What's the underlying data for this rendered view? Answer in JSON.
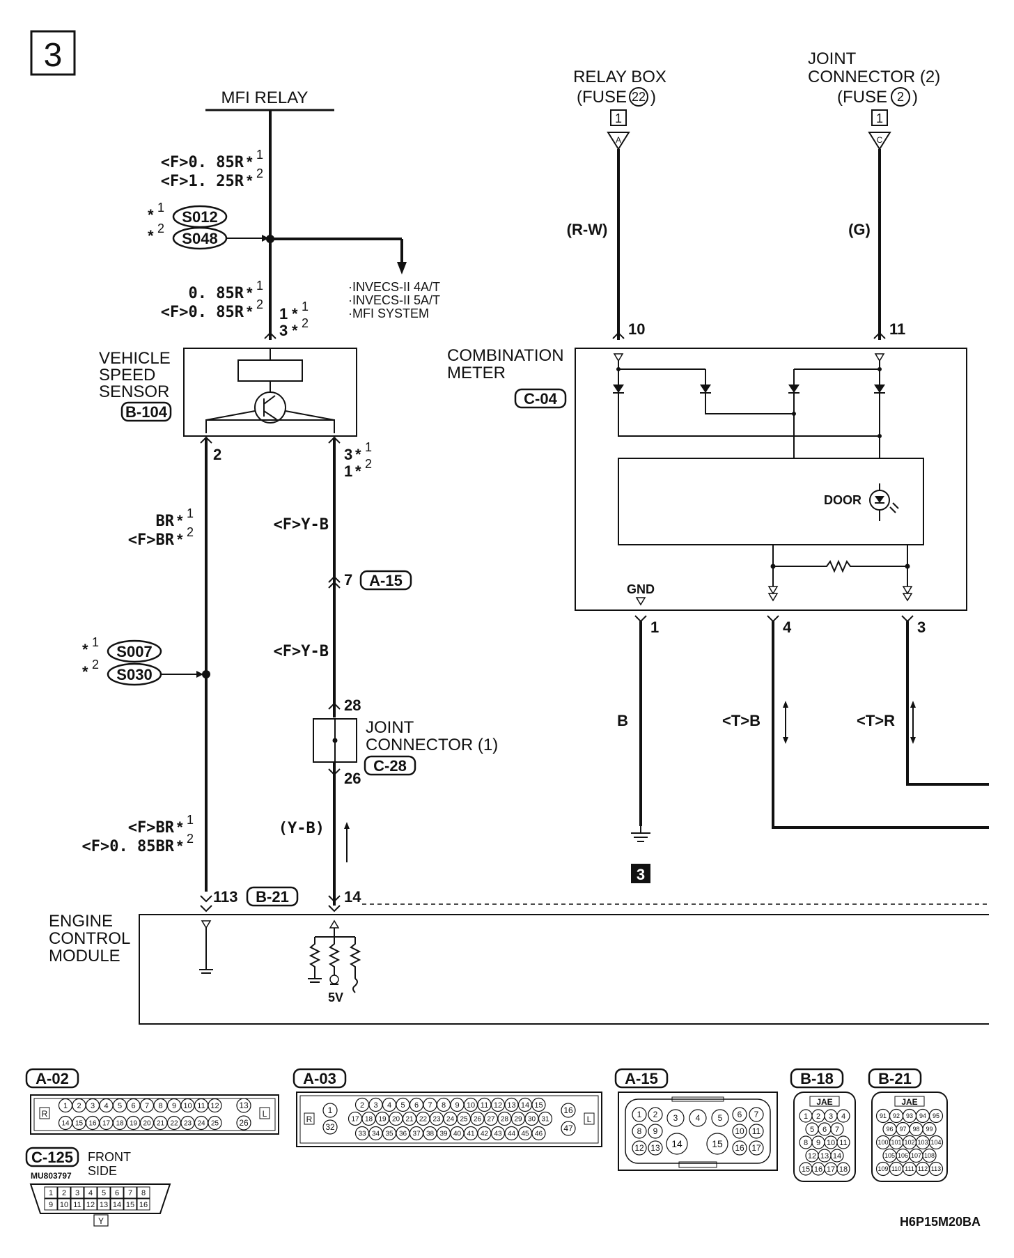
{
  "page_number": "3",
  "code": "H6P15M20BA",
  "sources": {
    "mfi_relay": "MFI RELAY",
    "relay_box_l1": "RELAY BOX",
    "relay_box_l2": "(FUSE",
    "relay_box_fuse": "22",
    "joint2_l1": "JOINT",
    "joint2_l2": "CONNECTOR (2)",
    "joint2_l3": "(FUSE",
    "joint2_fuse": "2",
    "close_paren": ")",
    "box_1": "1",
    "tri_a": "A",
    "tri_c": "C"
  },
  "wire_labels": {
    "f085r": "<F>0. 85R",
    "f125r": "<F>1. 25R",
    "r085": "0. 85R",
    "f085r_b": "<F>0. 85R",
    "br": "BR",
    "fbr": "<F>BR",
    "fyb_1": "<F>Y-B",
    "fyb_2": "<F>Y-B",
    "yb": "(Y-B)",
    "fbr_ecm": "<F>BR",
    "f085br": "<F>0. 85BR",
    "rw": "(R-W)",
    "g": "(G)",
    "b": "B",
    "tb": "<T>B",
    "tr": "<T>R"
  },
  "stars": {
    "s1": "*",
    "s2": "*",
    "n1": "1",
    "n2": "2"
  },
  "splices": {
    "s012": "S012",
    "s048": "S048",
    "s007": "S007",
    "s030": "S030"
  },
  "branch_note": [
    "·INVECS-II 4A/T",
    "·INVECS-II 5A/T",
    "·MFI SYSTEM"
  ],
  "components": {
    "vss_l1": "VEHICLE",
    "vss_l2": "SPEED",
    "vss_l3": "SENSOR",
    "vss_conn": "B-104",
    "joint1_l1": "JOINT",
    "joint1_l2": "CONNECTOR (1)",
    "joint1_conn": "C-28",
    "comb_l1": "COMBINATION",
    "comb_l2": "METER",
    "comb_conn": "C-04",
    "door": "DOOR",
    "gnd": "GND",
    "ecm_l1": "ENGINE",
    "ecm_l2": "CONTROL",
    "ecm_l3": "MODULE",
    "five_v": "5V",
    "a15": "A-15",
    "b21": "B-21",
    "ground_num": "3"
  },
  "pins": {
    "vss_top_1": "1",
    "vss_top_3": "3",
    "vss_2": "2",
    "vss_3": "3",
    "vss_1": "1",
    "a15_7": "7",
    "jc_28": "28",
    "jc_26": "26",
    "ecm_113": "113",
    "ecm_14": "14",
    "cm_10": "10",
    "cm_11": "11",
    "cm_1": "1",
    "cm_4": "4",
    "cm_3": "3"
  },
  "connector_views": {
    "a02": {
      "label": "A-02",
      "row1": [
        "1",
        "2",
        "3",
        "4",
        "5",
        "6",
        "7",
        "8",
        "9",
        "10",
        "11",
        "12"
      ],
      "row2": [
        "14",
        "15",
        "16",
        "17",
        "18",
        "19",
        "20",
        "21",
        "22",
        "23",
        "24",
        "25"
      ],
      "end1": "13",
      "end2": "26",
      "r": "R",
      "l": "L"
    },
    "a03": {
      "label": "A-03",
      "left1": "1",
      "left2": "32",
      "row1": [
        "2",
        "3",
        "4",
        "5",
        "6",
        "7",
        "8",
        "9",
        "10",
        "11",
        "12",
        "13",
        "14",
        "15"
      ],
      "row2": [
        "17",
        "18",
        "19",
        "20",
        "21",
        "22",
        "23",
        "24",
        "25",
        "26",
        "27",
        "28",
        "29",
        "30",
        "31"
      ],
      "row3": [
        "33",
        "34",
        "35",
        "36",
        "37",
        "38",
        "39",
        "40",
        "41",
        "42",
        "43",
        "44",
        "45",
        "46"
      ],
      "end1": "16",
      "end2": "47",
      "r": "R",
      "l": "L"
    },
    "a15": {
      "label": "A-15",
      "pins": [
        "1",
        "2",
        "3",
        "4",
        "5",
        "6",
        "7",
        "8",
        "9",
        "10",
        "11",
        "12",
        "13",
        "14",
        "15",
        "16",
        "17"
      ]
    },
    "b18": {
      "label": "B-18",
      "jae": "JAE",
      "rows": [
        [
          "1",
          "2",
          "3",
          "4"
        ],
        [
          "5",
          "6",
          "7"
        ],
        [
          "8",
          "9",
          "10",
          "11"
        ],
        [
          "12",
          "13",
          "14"
        ],
        [
          "15",
          "16",
          "17",
          "18"
        ]
      ]
    },
    "b21": {
      "label": "B-21",
      "jae": "JAE",
      "rows": [
        [
          "91",
          "92",
          "93",
          "94",
          "95"
        ],
        [
          "96",
          "97",
          "98",
          "99"
        ],
        [
          "100",
          "101",
          "102",
          "103",
          "104"
        ],
        [
          "105",
          "106",
          "107",
          "108"
        ],
        [
          "109",
          "110",
          "111",
          "112",
          "113"
        ]
      ]
    },
    "c125": {
      "label": "C-125",
      "part": "MU803797",
      "front_l1": "FRONT",
      "front_l2": "SIDE",
      "row1": [
        "1",
        "2",
        "3",
        "4",
        "5",
        "6",
        "7",
        "8"
      ],
      "row2": [
        "9",
        "10",
        "11",
        "12",
        "13",
        "14",
        "15",
        "16"
      ],
      "y": "Y"
    }
  }
}
